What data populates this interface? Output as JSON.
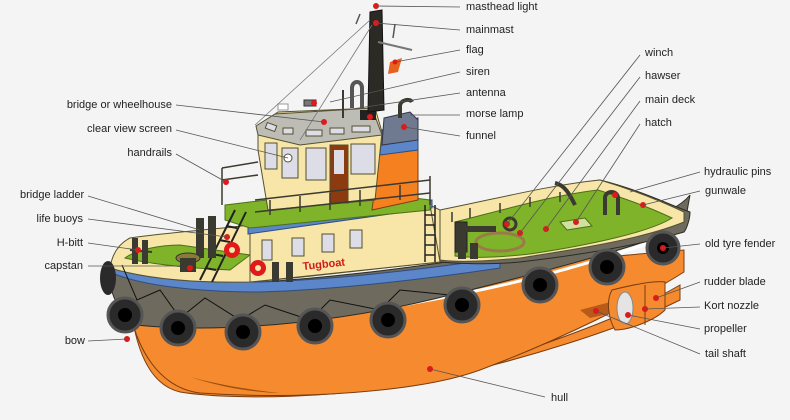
{
  "diagram": {
    "subject": "Tugboat",
    "hull_text": "Tugboat",
    "colors": {
      "background": "#f4f4f4",
      "hull_orange": "#f58a2e",
      "hull_dark": "#6e6a5e",
      "rubbing_strake_blue": "#5b86c9",
      "superstructure_cream": "#f7e6a8",
      "deck_green": "#7fb32a",
      "wheelhouse_roof_grey": "#bdbdb5",
      "funnel_orange": "#f4801f",
      "funnel_blue": "#5b86c9",
      "funnel_grey": "#6f7a90",
      "tyre_black": "#2a2a2a",
      "marker_red": "#e0191b",
      "leader_line": "#555555"
    }
  },
  "labels": {
    "left": [
      {
        "id": "bridge-or-wheelhouse",
        "text": "bridge or wheelhouse"
      },
      {
        "id": "clear-view-screen",
        "text": "clear view screen"
      },
      {
        "id": "handrails",
        "text": "handrails"
      },
      {
        "id": "bridge-ladder",
        "text": "bridge ladder"
      },
      {
        "id": "life-buoys",
        "text": "life buoys"
      },
      {
        "id": "h-bitt",
        "text": "H-bitt"
      },
      {
        "id": "capstan",
        "text": "capstan"
      },
      {
        "id": "bow",
        "text": "bow"
      }
    ],
    "top": [
      {
        "id": "masthead-light",
        "text": "masthead light"
      },
      {
        "id": "mainmast",
        "text": "mainmast"
      },
      {
        "id": "flag",
        "text": "flag"
      },
      {
        "id": "siren",
        "text": "siren"
      },
      {
        "id": "antenna",
        "text": "antenna"
      },
      {
        "id": "morse-lamp",
        "text": "morse lamp"
      },
      {
        "id": "funnel",
        "text": "funnel"
      }
    ],
    "upper_right": [
      {
        "id": "winch",
        "text": "winch"
      },
      {
        "id": "hawser",
        "text": "hawser"
      },
      {
        "id": "main-deck",
        "text": "main deck"
      },
      {
        "id": "hatch",
        "text": "hatch"
      }
    ],
    "right": [
      {
        "id": "hydraulic-pins",
        "text": "hydraulic pins"
      },
      {
        "id": "gunwale",
        "text": "gunwale"
      },
      {
        "id": "old-tyre-fender",
        "text": "old tyre fender"
      },
      {
        "id": "rudder-blade",
        "text": "rudder blade"
      },
      {
        "id": "kort-nozzle",
        "text": "Kort nozzle"
      },
      {
        "id": "propeller",
        "text": "propeller"
      },
      {
        "id": "tail-shaft",
        "text": "tail shaft"
      }
    ],
    "bottom": [
      {
        "id": "hull",
        "text": "hull"
      }
    ]
  }
}
